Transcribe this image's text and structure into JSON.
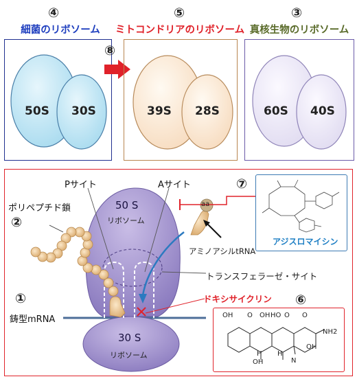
{
  "top": {
    "bacterial": {
      "number": "④",
      "title": "細菌のリボソーム",
      "large": "50S",
      "small": "30S",
      "color": "#1f3fbf"
    },
    "mito": {
      "number": "⑤",
      "title": "ミトコンドリアのリボソーム",
      "large": "39S",
      "small": "28S",
      "color": "#e0222a"
    },
    "euk": {
      "number": "③",
      "title": "真核生物のリボソーム",
      "large": "60S",
      "small": "40S",
      "color": "#5a6b2a"
    },
    "arrow_number": "⑧"
  },
  "bottom": {
    "p_site": "Pサイト",
    "a_site": "Aサイト",
    "large_subunit": "50 S",
    "large_subunit_sub": "リボソーム",
    "small_subunit": "30 S",
    "small_subunit_sub": "リボソーム",
    "aa": "aa",
    "polypeptide_label": "ポリペプチド鎖",
    "polypeptide_number": "②",
    "mrna_number": "①",
    "mrna_label": "鋳型mRNA",
    "aminoacyl_trna": "アミノアシルtRNA",
    "transferase": "トランスフェラーゼ・サイト",
    "doxy_label": "ドキシサイクリン",
    "doxy_number": "⑥",
    "azithro_number": "⑦",
    "azithro_label": "アジスロマイシン",
    "colors": {
      "red": "#e0222a",
      "azithro": "#1e7fc4",
      "purple": "#9a8ac4"
    },
    "doxy_structure_text": {
      "oh1": "OH",
      "o1": "O",
      "oh2": "OH",
      "ho": "HO",
      "o2": "O",
      "o3": "O",
      "nh2": "NH2",
      "h1": "H",
      "oh3": "OH",
      "h2": "H",
      "oh4": "OH",
      "n": "N"
    }
  }
}
